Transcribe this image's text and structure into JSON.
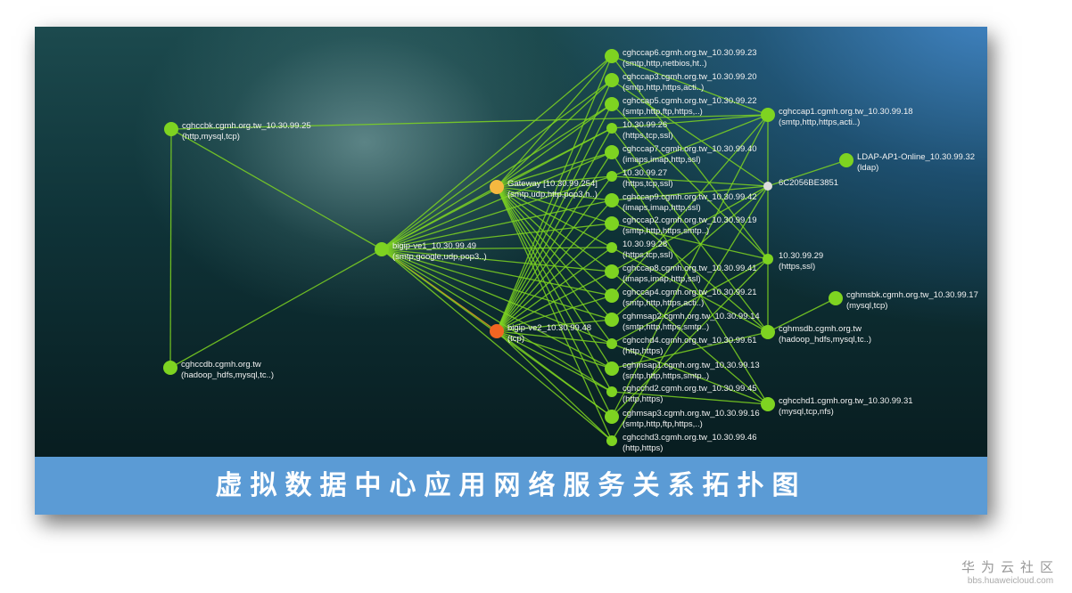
{
  "title": "虚拟数据中心应用网络服务关系拓扑图",
  "watermark": {
    "name": "华为云社区",
    "url": "bbs.huaweicloud.com"
  },
  "colors": {
    "node": "#7ed321",
    "edge": "#7ed321",
    "gateway": "#f5b840",
    "bigip_ve2": "#f26522",
    "hub": "#dddddd",
    "banner": "#5b9bd5"
  },
  "nodes": [
    {
      "id": "cghccbk",
      "name": "cghccbk.cgmh.org.tw_10.30.99.25",
      "services": "(http,mysql,tcp)"
    },
    {
      "id": "cghccdb",
      "name": "cghccdb.cgmh.org.tw",
      "services": "(hadoop_hdfs,mysql,tc..)"
    },
    {
      "id": "bigip-ve1",
      "name": "bigip-ve1_10.30.99.49",
      "services": "(smtp,google,udp,pop3..)"
    },
    {
      "id": "gateway",
      "name": "Gateway [10.30.99.254]",
      "services": "(smtp,udp,http,pop3,h..)"
    },
    {
      "id": "bigip-ve2",
      "name": "bigip-ve2_10.30.99.48",
      "services": "(tcp)"
    },
    {
      "id": "cghccap6",
      "name": "cghccap6.cgmh.org.tw_10.30.99.23",
      "services": "(smtp,http,netbios,ht..)"
    },
    {
      "id": "cghccap3",
      "name": "cghccap3.cgmh.org.tw_10.30.99.20",
      "services": "(smtp,http,https,acti..)"
    },
    {
      "id": "cghccap5",
      "name": "cghccap5.cgmh.org.tw_10.30.99.22",
      "services": "(smtp,http,ftp,https,..)"
    },
    {
      "id": "ip26",
      "name": "10.30.99.26",
      "services": "(https,tcp,ssl)"
    },
    {
      "id": "cghccap7",
      "name": "cghccap7.cgmh.org.tw_10.30.99.40",
      "services": "(imaps,imap,http,ssl)"
    },
    {
      "id": "ip27",
      "name": "10.30.99.27",
      "services": "(https,tcp,ssl)"
    },
    {
      "id": "cghccap9",
      "name": "cghccap9.cgmh.org.tw_10.30.99.42",
      "services": "(imaps,imap,http,ssl)"
    },
    {
      "id": "cghccap2",
      "name": "cghccap2.cgmh.org.tw_10.30.99.19",
      "services": "(smtp,http,https,smtp..)"
    },
    {
      "id": "ip28",
      "name": "10.30.99.28",
      "services": "(https,tcp,ssl)"
    },
    {
      "id": "cghccap8",
      "name": "cghccap8.cgmh.org.tw_10.30.99.41",
      "services": "(imaps,imap,http,ssl)"
    },
    {
      "id": "cghccap4",
      "name": "cghccap4.cgmh.org.tw_10.30.99.21",
      "services": "(smtp,http,https,acti..)"
    },
    {
      "id": "cghmsap2",
      "name": "cghmsap2.cgmh.org.tw_10.30.99.14",
      "services": "(smtp,http,https,smtp..)"
    },
    {
      "id": "cghcchd4",
      "name": "cghcchd4.cgmh.org.tw_10.30.99.61",
      "services": "(http,https)"
    },
    {
      "id": "cghmsap1",
      "name": "cghmsap1.cgmh.org.tw_10.30.99.13",
      "services": "(smtp,http,https,smtp..)"
    },
    {
      "id": "cghcchd2",
      "name": "cghcchd2.cgmh.org.tw_10.30.99.45",
      "services": "(http,https)"
    },
    {
      "id": "cghmsap3",
      "name": "cghmsap3.cgmh.org.tw_10.30.99.16",
      "services": "(smtp,http,ftp,https,..)"
    },
    {
      "id": "cghcchd3",
      "name": "cghcchd3.cgmh.org.tw_10.30.99.46",
      "services": "(http,https)"
    },
    {
      "id": "cghccap1",
      "name": "cghccap1.cgmh.org.tw_10.30.99.18",
      "services": "(smtp,http,https,acti..)"
    },
    {
      "id": "hub",
      "name": "6C2056BE3851",
      "services": ""
    },
    {
      "id": "ip29",
      "name": "10.30.99.29",
      "services": "(https,ssl)"
    },
    {
      "id": "cghmsdb",
      "name": "cghmsdb.cgmh.org.tw",
      "services": "(hadoop_hdfs,mysql,tc..)"
    },
    {
      "id": "cghcchd1",
      "name": "cghcchd1.cgmh.org.tw_10.30.99.31",
      "services": "(mysql,tcp,nfs)"
    },
    {
      "id": "ldap",
      "name": "LDAP-AP1-Online_10.30.99.32",
      "services": "(ldap)"
    },
    {
      "id": "cghmsbk",
      "name": "cghmsbk.cgmh.org.tw_10.30.99.17",
      "services": "(mysql,tcp)"
    }
  ],
  "edges": [
    [
      "cghccdb",
      "cghccbk"
    ],
    [
      "cghccbk",
      "bigip-ve1"
    ],
    [
      "cghccdb",
      "bigip-ve1"
    ],
    [
      "cghccbk",
      "cghccap1"
    ],
    [
      "bigip-ve1",
      "bigip-ve2"
    ],
    [
      "bigip-ve1",
      "gateway"
    ],
    [
      "hub",
      "ldap"
    ],
    [
      "cghmsdb",
      "cghmsbk"
    ],
    [
      "cghmsdb",
      "cghccap1"
    ],
    [
      "ip27",
      "hub"
    ]
  ]
}
